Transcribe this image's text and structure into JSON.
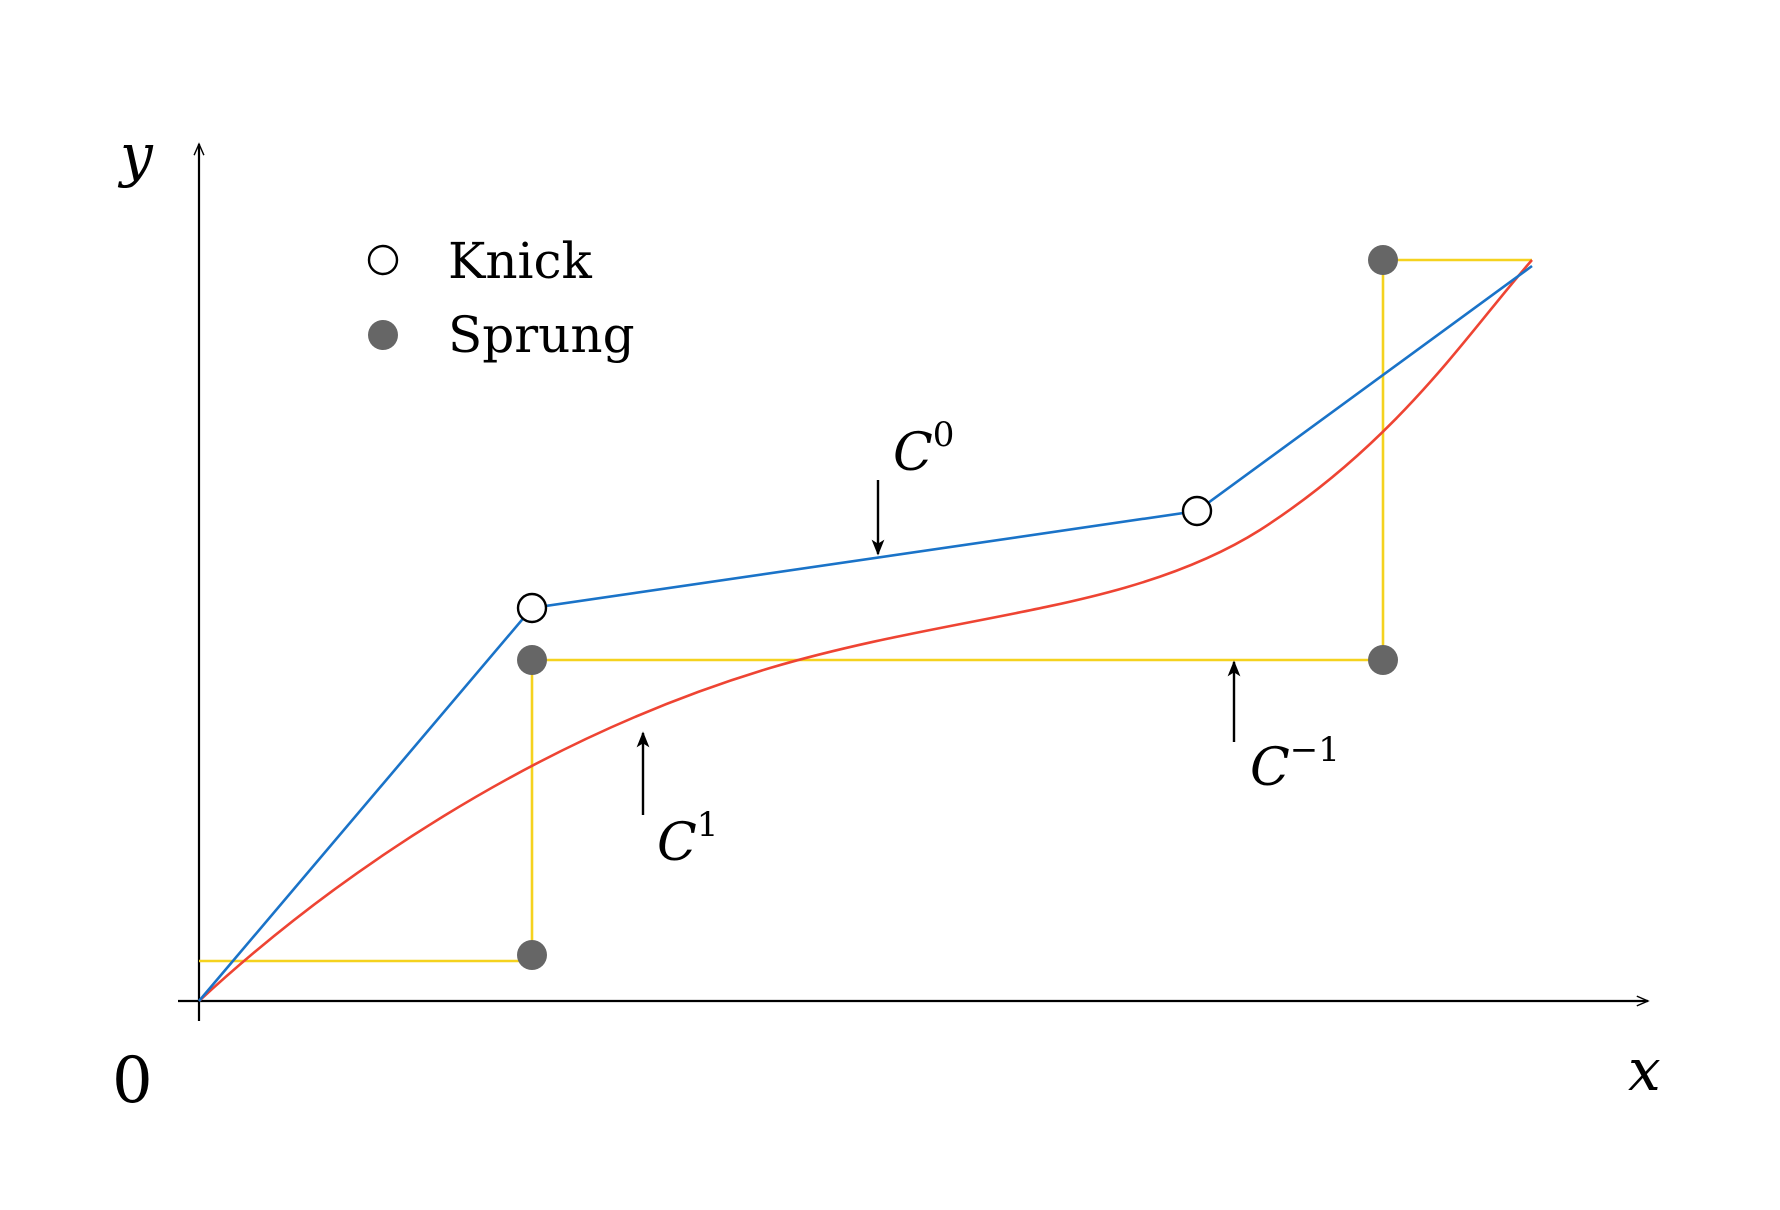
{
  "axes": {
    "x_label": "x",
    "y_label": "y",
    "origin_label": "0"
  },
  "legend": [
    {
      "label": "Knick",
      "marker": "open-circle"
    },
    {
      "label": "Sprung",
      "marker": "filled-circle"
    }
  ],
  "curves": [
    {
      "name": "C^0",
      "base": "C",
      "sup": "0",
      "color": "#1a73c8"
    },
    {
      "name": "C^1",
      "base": "C",
      "sup": "1",
      "color": "#ee4433"
    },
    {
      "name": "C^-1",
      "base": "C",
      "sup": "−1",
      "color": "#f5d21e"
    }
  ],
  "colors": {
    "axis": "#000000",
    "marker_fill": "#666666",
    "marker_open_fill": "#ffffff"
  }
}
